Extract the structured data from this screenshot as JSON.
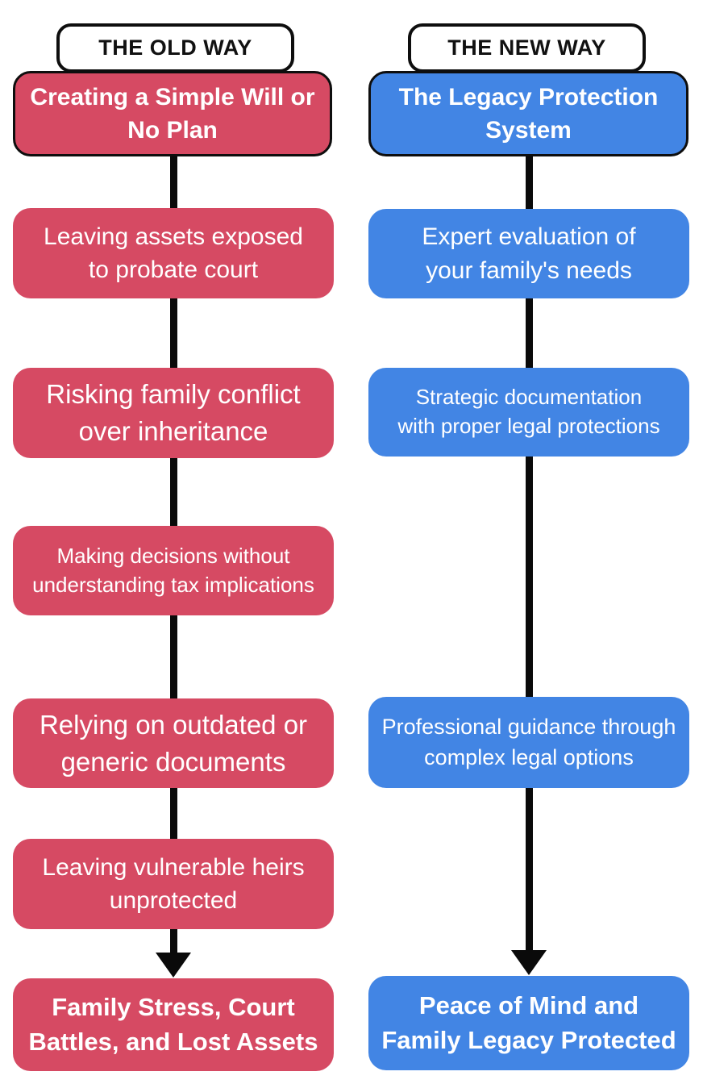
{
  "title": "Old Way vs New Way estate planning comparison flowchart",
  "colors": {
    "old_way_red": "#d64a63",
    "new_way_blue": "#4285e4",
    "line_black": "#0a0a0a",
    "header_background": "#ffffff",
    "header_text": "#111111",
    "box_text": "#ffffff"
  },
  "columns": [
    {
      "id": "old-way",
      "header": "THE OLD WAY",
      "accent_color": "#d64a63",
      "boxes": [
        {
          "bold": true,
          "lines": [
            "Creating a Simple Will or",
            "No Plan"
          ]
        },
        {
          "bold": false,
          "lines": [
            "Leaving assets exposed",
            "to probate court"
          ]
        },
        {
          "bold": false,
          "lines": [
            "Risking family conflict",
            "over inheritance"
          ]
        },
        {
          "bold": false,
          "lines": [
            "Making decisions without",
            "understanding tax implications"
          ]
        },
        {
          "bold": false,
          "lines": [
            "Relying on outdated or",
            "generic documents"
          ]
        },
        {
          "bold": false,
          "lines": [
            "Leaving vulnerable heirs",
            "unprotected"
          ]
        },
        {
          "bold": true,
          "lines": [
            "Family Stress, Court",
            "Battles, and Lost Assets"
          ]
        }
      ]
    },
    {
      "id": "new-way",
      "header": "THE NEW WAY",
      "accent_color": "#4285e4",
      "boxes": [
        {
          "bold": true,
          "lines": [
            "The Legacy Protection",
            "System"
          ]
        },
        {
          "bold": false,
          "lines": [
            "Expert evaluation of",
            "your family's needs"
          ]
        },
        {
          "bold": false,
          "lines": [
            "Strategic documentation",
            "with proper legal protections"
          ]
        },
        {
          "bold": false,
          "lines": [
            "Professional guidance through",
            "complex legal options"
          ]
        },
        {
          "bold": true,
          "lines": [
            "Peace of Mind and",
            "Family Legacy Protected"
          ]
        }
      ]
    }
  ]
}
